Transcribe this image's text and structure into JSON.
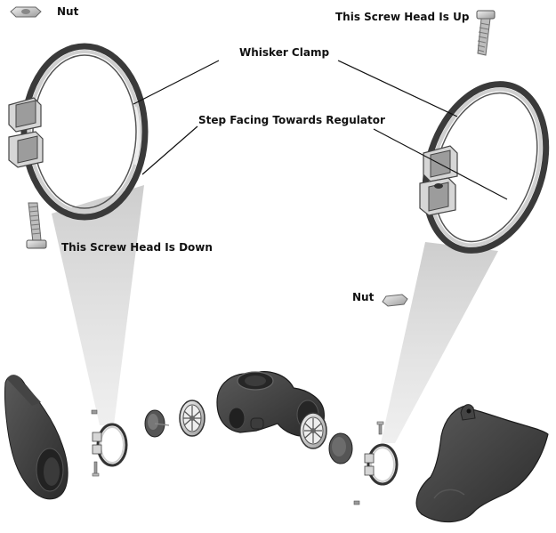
{
  "labels": {
    "nut_top": "Nut",
    "screw_up": "This Screw Head Is Up",
    "whisker_clamp": "Whisker Clamp",
    "step_facing": "Step Facing Towards Regulator",
    "screw_down": "This Screw Head Is Down",
    "nut_right": "Nut"
  }
}
